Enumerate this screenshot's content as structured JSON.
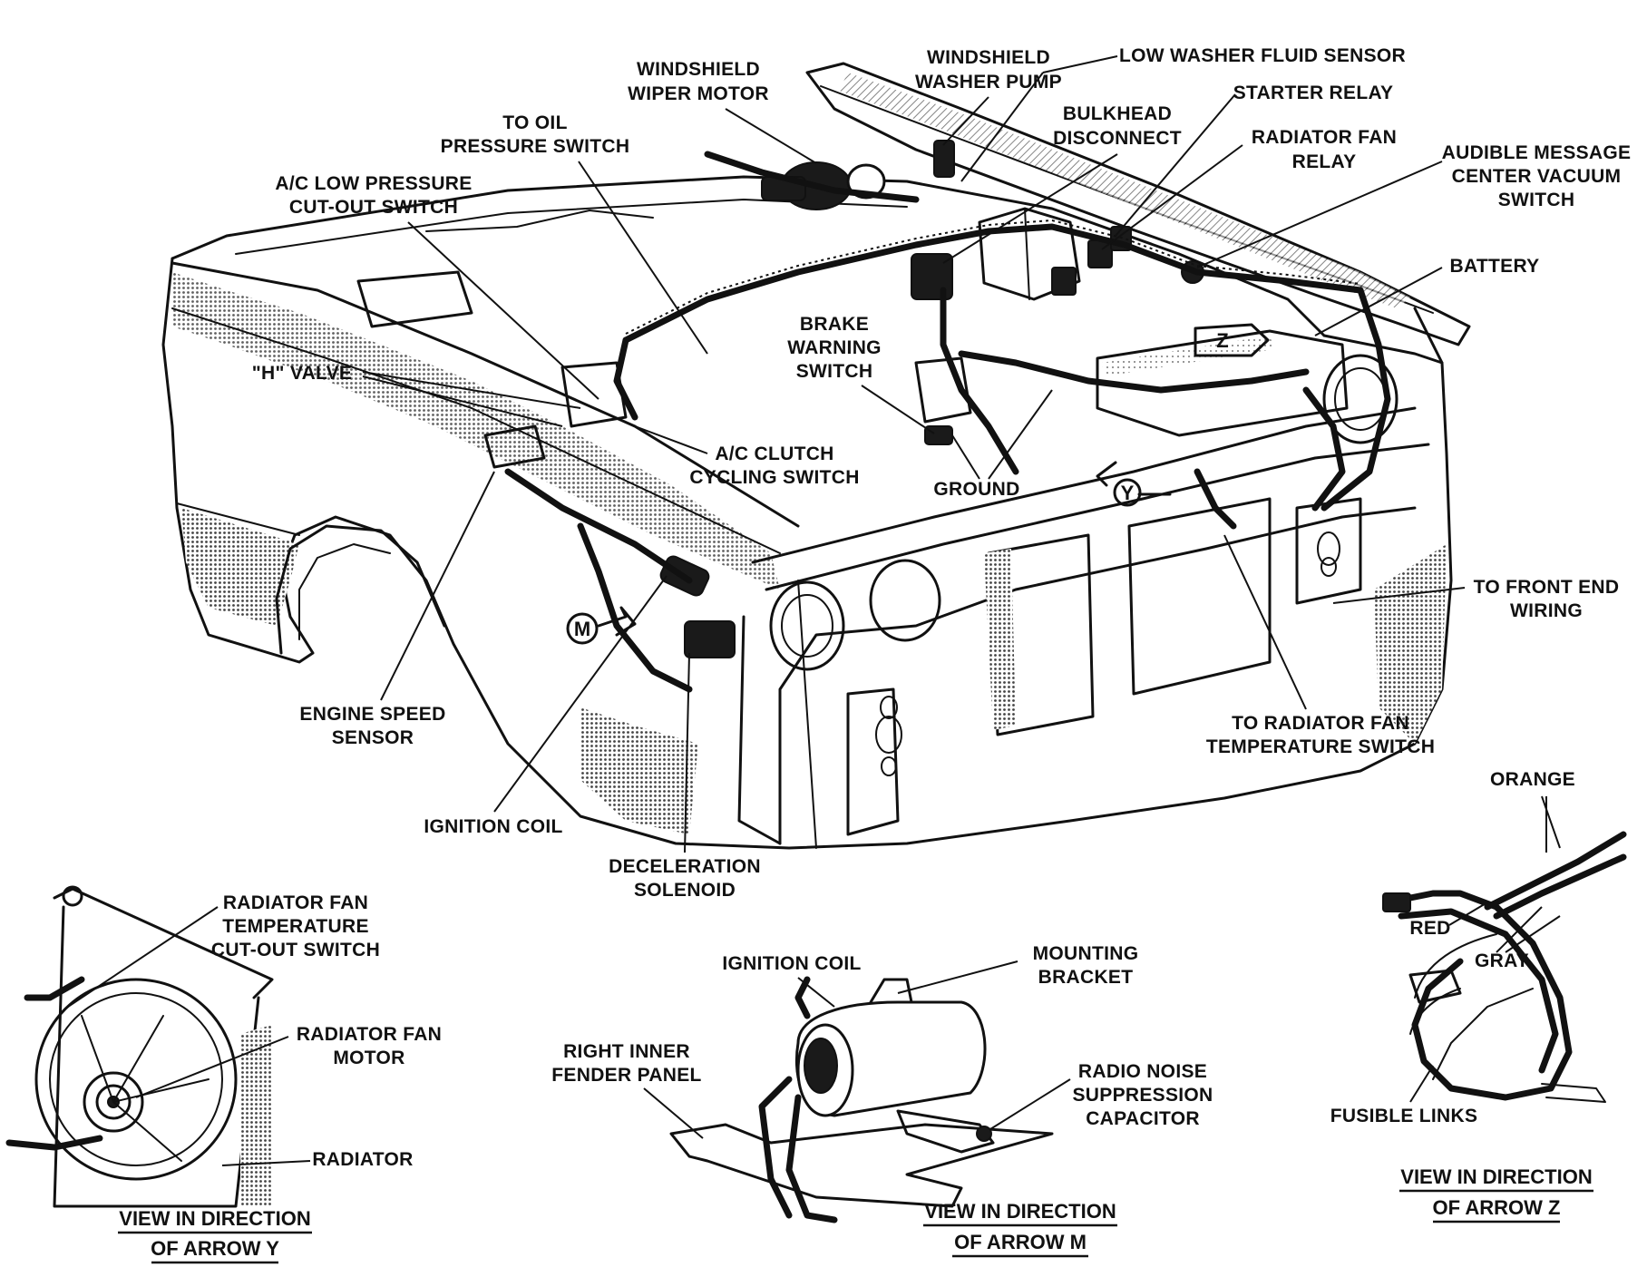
{
  "main_labels": {
    "windshield_wiper_motor": [
      "WINDSHIELD",
      "WIPER MOTOR"
    ],
    "windshield_washer_pump": [
      "WINDSHIELD",
      "WASHER PUMP"
    ],
    "low_washer_fluid_sensor": "LOW WASHER FLUID SENSOR",
    "starter_relay": "STARTER RELAY",
    "bulkhead_disconnect": [
      "BULKHEAD",
      "DISCONNECT"
    ],
    "radiator_fan_relay": [
      "RADIATOR FAN",
      "RELAY"
    ],
    "audible_message_center": [
      "AUDIBLE MESSAGE",
      "CENTER VACUUM",
      "SWITCH"
    ],
    "to_oil_pressure_switch": [
      "TO OIL",
      "PRESSURE SWITCH"
    ],
    "ac_low_pressure_cutout": [
      "A/C LOW PRESSURE",
      "CUT-OUT SWITCH"
    ],
    "battery": "BATTERY",
    "h_valve": "\"H\" VALVE",
    "brake_warning_switch": [
      "BRAKE",
      "WARNING",
      "SWITCH"
    ],
    "ac_clutch_cycling": [
      "A/C CLUTCH",
      "CYCLING SWITCH"
    ],
    "ground": "GROUND",
    "to_front_end_wiring": [
      "TO FRONT END",
      "WIRING"
    ],
    "engine_speed_sensor": [
      "ENGINE SPEED",
      "SENSOR"
    ],
    "to_radiator_fan_temp_switch": [
      "TO RADIATOR FAN",
      "TEMPERATURE SWITCH"
    ],
    "ignition_coil": "IGNITION COIL",
    "deceleration_solenoid": [
      "DECELERATION",
      "SOLENOID"
    ]
  },
  "arrow_markers": {
    "z": "Z",
    "y": "Y",
    "m": "M"
  },
  "view_y": {
    "radiator_fan_temp_cutout": [
      "RADIATOR FAN",
      "TEMPERATURE",
      "CUT-OUT SWITCH"
    ],
    "radiator_fan_motor": [
      "RADIATOR FAN",
      "MOTOR"
    ],
    "radiator": "RADIATOR",
    "caption": [
      "VIEW IN DIRECTION",
      "OF ARROW Y"
    ]
  },
  "view_m": {
    "ignition_coil": "IGNITION COIL",
    "mounting_bracket": [
      "MOUNTING",
      "BRACKET"
    ],
    "right_inner_fender_panel": [
      "RIGHT INNER",
      "FENDER PANEL"
    ],
    "radio_noise_capacitor": [
      "RADIO NOISE",
      "SUPPRESSION",
      "CAPACITOR"
    ],
    "caption": [
      "VIEW IN DIRECTION",
      "OF ARROW M"
    ]
  },
  "view_z": {
    "orange": "ORANGE",
    "red": "RED",
    "gray": "GRAY",
    "fusible_links": "FUSIBLE LINKS",
    "caption": [
      "VIEW IN DIRECTION",
      "OF ARROW Z"
    ]
  }
}
